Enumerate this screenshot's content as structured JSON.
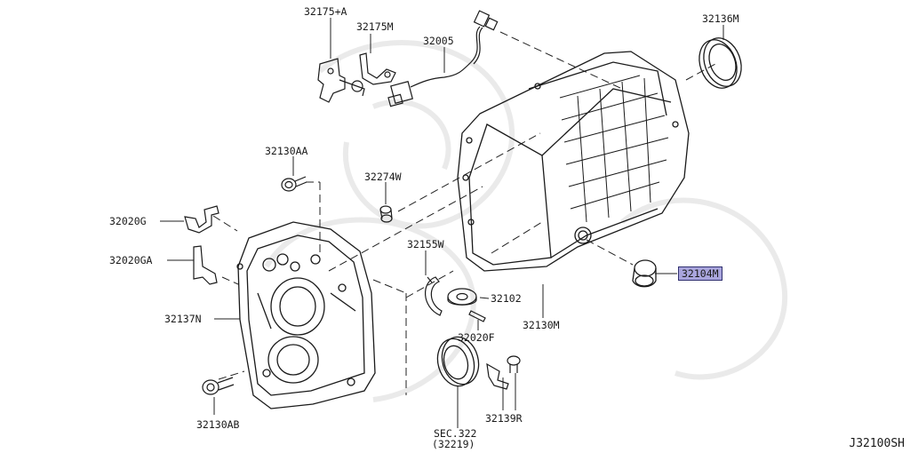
{
  "labels": {
    "p32175A": "32175+A",
    "p32175M": "32175M",
    "p32005": "32005",
    "p32136M": "32136M",
    "p32130AA": "32130AA",
    "p32274W": "32274W",
    "p32020G": "32020G",
    "p32020GA": "32020GA",
    "p32155W": "32155W",
    "p32104M": "32104M",
    "p32102": "32102",
    "p32137N": "32137N",
    "p32020F": "32020F",
    "p32130M": "32130M",
    "p32130AB": "32130AB",
    "p32139R": "32139R",
    "sec322": "SEC.322",
    "sec322sub": "(32219)"
  },
  "diagram_code": "J32100SH",
  "highlight_color": "#a9a5dd"
}
